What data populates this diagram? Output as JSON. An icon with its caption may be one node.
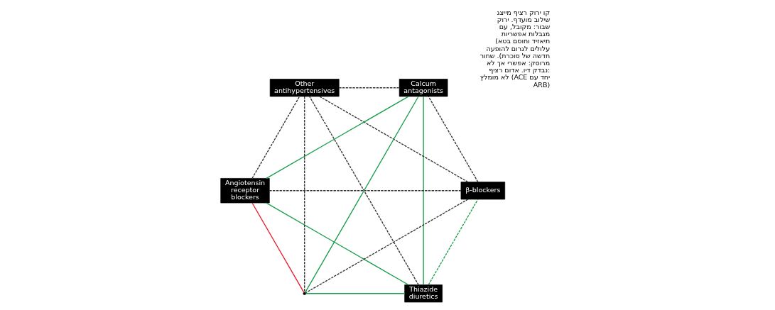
{
  "diagram": {
    "nodes": [
      {
        "text": [
          "Thiazide diuretics"
        ]
      },
      {
        "text": [
          "β-blockers"
        ]
      },
      {
        "text": [
          "Angiotensin receptor blockers"
        ]
      },
      {
        "text": [
          "Other antihypertensives"
        ]
      },
      {
        "text": [
          "Calcum antagonists"
        ]
      },
      {
        "text": [],
        "shape": "circle"
      }
    ],
    "edges": [
      {
        "from": 0,
        "to": 1,
        "arrow": "none",
        "style": "dashed",
        "color": "#1a9e4b"
      },
      {
        "from": 0,
        "to": 2,
        "arrow": "none",
        "color": "#1a9e4b"
      },
      {
        "from": 0,
        "to": 4,
        "arrow": "none",
        "color": "#1a9e4b"
      },
      {
        "from": 0,
        "to": 5,
        "arrow": "none",
        "color": "#1a9e4b"
      },
      {
        "from": 0,
        "to": 3,
        "arrow": "none",
        "style": "dashed"
      },
      {
        "from": 1,
        "to": 2,
        "arrow": "none",
        "style": "dashed"
      },
      {
        "from": 1,
        "to": 3,
        "arrow": "none",
        "style": "dashed"
      },
      {
        "from": 1,
        "to": 4,
        "arrow": "none",
        "style": "dashed"
      },
      {
        "from": 1,
        "to": 5,
        "arrow": "none",
        "style": "dashed"
      },
      {
        "from": 2,
        "to": 3,
        "arrow": "none",
        "style": "dashed"
      },
      {
        "from": 2,
        "to": 4,
        "arrow": "none",
        "color": "#1a9e4b"
      },
      {
        "from": 2,
        "to": 5,
        "arrow": "none",
        "color": "#e8192c"
      },
      {
        "from": 3,
        "to": 4,
        "arrow": "none",
        "style": "dashed"
      },
      {
        "from": 3,
        "to": 5,
        "arrow": "none",
        "style": "dashed"
      },
      {
        "from": 4,
        "to": 5,
        "arrow": "none",
        "color": "#1a9e4b"
      }
    ],
    "labels": [
      "קו ירוק רציף מייצג שילוב מועדף. ירוק שבור: מקובל, עם מגבלות אפשריות (תיאזיד וחוסם בטא עלולים לגרום להופעה חדשה של סוכרת). שחור מרוסק: אפשרי אך לא נבדק דיו. אדום רציף: לא מומלץ (ACE יחד עם ARB)"
    ]
  }
}
